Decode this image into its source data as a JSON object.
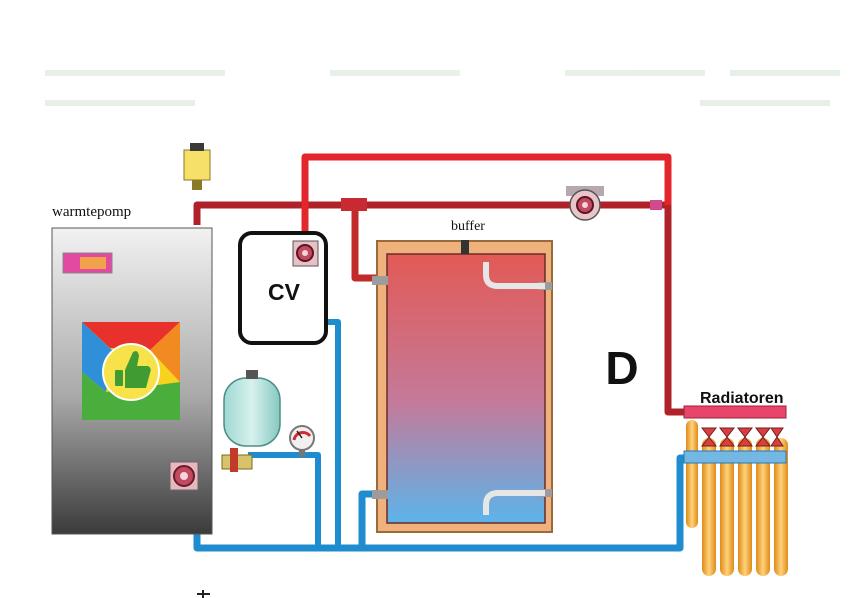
{
  "labels": {
    "heat_pump": "warmtepomp",
    "buffer": "buffer",
    "boiler": "CV",
    "diagram_letter": "D",
    "radiators": "Radiatoren"
  },
  "colors": {
    "hot_pipe": "#d42a2a",
    "cold_pipe": "#1f8ccf",
    "buffer_casing": "#f0b27c",
    "radiator": "#f2ad3a"
  },
  "icons": [
    "valve-icon",
    "pump-icon",
    "thumbs-up-icon",
    "expansion-vessel-icon",
    "pressure-gauge-icon"
  ]
}
